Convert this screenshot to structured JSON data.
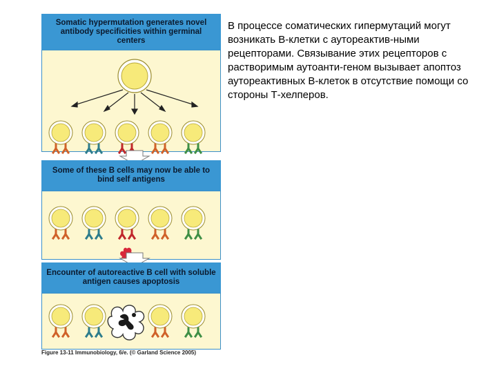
{
  "figure": {
    "panel1_header": "Somatic hypermutation generates novel antibody specificities within germinal centers",
    "panel2_header": "Some of these B cells may now be able to bind self antigens",
    "panel3_header": "Encounter of autoreactive B cell with soluble antigen causes apoptosis",
    "caption": "Figure 13-11 Immunobiology, 6/e. (© Garland Science 2005)"
  },
  "description": "В процессе соматических гипермутаций могут возникать В-клетки с аутореактив-ными рецепторами. Связывание этих рецепторов с растворимым аутоанти-геном вызывает апоптоз аутореактивных В-клеток в отсутствие помощи со стороны Т-хелперов.",
  "colors": {
    "header_bg": "#3a97d3",
    "panel_bg": "#fdf7d0",
    "cell_fill": "#f7ea7a",
    "cell_stroke": "#9a8c2e",
    "receptor_orange": "#d0622a",
    "receptor_teal": "#2e7d8c",
    "receptor_red": "#c0282c",
    "receptor_green": "#3f8f46",
    "antigen": "#d8283a"
  }
}
